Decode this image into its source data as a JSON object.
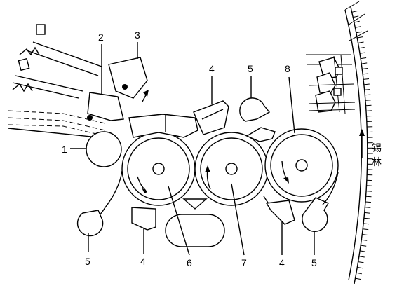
{
  "labels": {
    "l1": "1",
    "l2": "2",
    "l3": "3",
    "l4_top": "4",
    "l5_top": "5",
    "l8": "8",
    "l5_left": "5",
    "l4_left": "4",
    "l6": "6",
    "l7": "7",
    "l4_right": "4",
    "l5_right": "5"
  },
  "cylinder_label": [
    "锡",
    "林"
  ]
}
